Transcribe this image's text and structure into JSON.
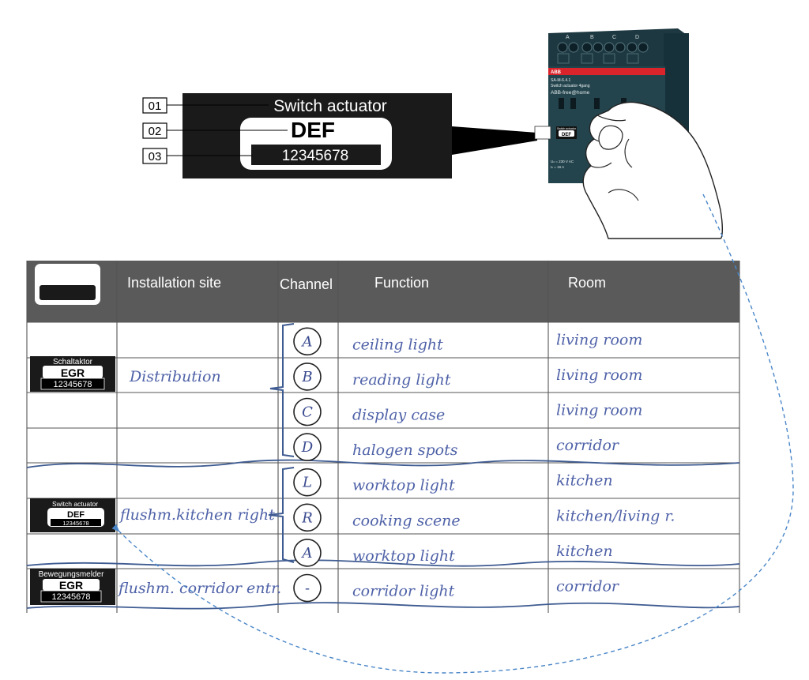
{
  "label": {
    "callouts": [
      "01",
      "02",
      "03"
    ],
    "device_type": "Switch actuator",
    "code": "DEF",
    "serial": "12345678"
  },
  "device": {
    "brand": "ABB",
    "model": "SA-M-6.4.1",
    "name": "Switch actuator 4gang",
    "product_line": "ABB-free@home",
    "rating_v": "Uₙ = 230 V AC",
    "rating_a": "Iₙ = 16 A",
    "label_code": "DEF",
    "label_type": "Switch actuator",
    "terminal_labels": [
      "A",
      "B",
      "C",
      "D"
    ]
  },
  "table": {
    "headers": {
      "installation_site": "Installation site",
      "channel": "Channel",
      "function": "Function",
      "room": "Room"
    },
    "rows": [
      {
        "channel": "A",
        "function": "ceiling light",
        "room": "living room"
      },
      {
        "channel": "B",
        "function": "reading light",
        "room": "living room"
      },
      {
        "channel": "C",
        "function": "display case",
        "room": "living room"
      },
      {
        "channel": "D",
        "function": "halogen spots",
        "room": "corridor"
      },
      {
        "channel": "L",
        "function": "worktop light",
        "room": "kitchen"
      },
      {
        "channel": "R",
        "function": "cooking scene",
        "room": "kitchen/living r."
      },
      {
        "channel": "A",
        "function": "worktop light",
        "room": "kitchen"
      },
      {
        "channel": "-",
        "function": "corridor light",
        "room": "corridor"
      }
    ],
    "groups": [
      {
        "site": "Distribution",
        "sticker_type": "Schaltaktor",
        "sticker_code": "EGR",
        "sticker_serial": "12345678"
      },
      {
        "site": "flushm.kitchen right",
        "sticker_type": "Switch actuator",
        "sticker_code": "DEF",
        "sticker_serial": "12345678"
      },
      {
        "site": "flushm. corridor entr.",
        "sticker_type": "Bewegungsmelder",
        "sticker_code": "EGR",
        "sticker_serial": "12345678"
      }
    ]
  },
  "colors": {
    "header_bg": "#5a5a5a",
    "ink": "#4f62a8",
    "label_bg": "#1a1a1a",
    "device_body": "#1f3d46",
    "device_stripe": "#d9242b",
    "dashed_arrow": "#4a86c8"
  }
}
